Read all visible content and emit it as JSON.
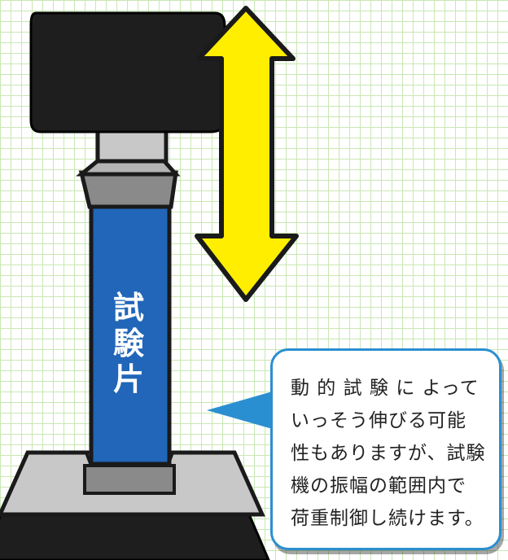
{
  "specimen": {
    "label_chars": [
      "試",
      "験",
      "片"
    ]
  },
  "callout": {
    "lines": [
      "動 的 試 験 に よって",
      "いっそう伸びる可能",
      "性もありますが、試験",
      "機の振幅の範囲内で",
      "荷重制御し続けます。"
    ]
  },
  "colors": {
    "grid": "#c9e7b3",
    "upper_grip": "#1e1e1e",
    "lower_base": "#1e1e1e",
    "specimen": "#2166b8",
    "arrow_fill": "#ffee00",
    "callout_border": "#2a8fd0",
    "metal": "#c8c8c8"
  },
  "icons": {
    "motion_arrow": "double-vertical-arrow-icon"
  }
}
